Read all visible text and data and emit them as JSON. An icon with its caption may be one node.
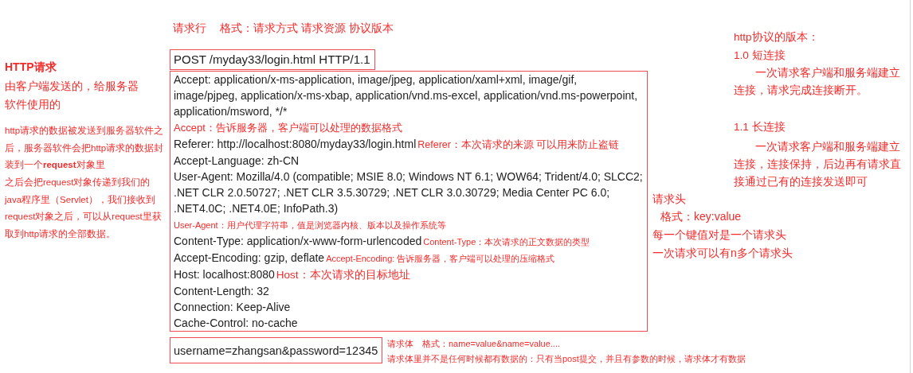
{
  "diagram": {
    "nodes": [
      {
        "text": [
          "POST /myday33/login.html HTTP/1.1"
        ],
        "beside": [
          "请求行",
          "格式：请求方式 请求资源 协议版本"
        ]
      },
      {
        "text": [
          "Accept: application/x-ms-application, image/jpeg, application/xaml+xml, image/gif, image/pjpeg, application/x-ms-xbap, application/vnd.ms-excel, application/vnd.ms-powerpoint, application/msword, */*",
          "Accept：告诉服务器，客户端可以处理的数据格式",
          "Referer: http://localhost:8080/myday33/login.html",
          "Referer：本次请求的来源 可以用来防止盗链",
          "Accept-Language: zh-CN",
          "User-Agent: Mozilla/4.0 (compatible; MSIE 8.0; Windows NT 6.1; WOW64; Trident/4.0; SLCC2; .NET CLR 2.0.50727; .NET CLR 3.5.30729; .NET CLR 3.0.30729; Media Center PC 6.0; .NET4.0C; .NET4.0E; InfoPath.3)",
          "User-Agent：用户代理字符串，值是浏览器内核、版本以及操作系统等",
          "Content-Type: application/x-www-form-urlencoded",
          "Content-Type：本次请求的正文数据的类型",
          "Accept-Encoding: gzip, deflate",
          "Accept-Encoding: 告诉服务器，客户端可以处理的压缩格式",
          "Host: localhost:8080",
          "Host：本次请求的目标地址",
          "Content-Length: 32",
          "Connection: Keep-Alive",
          "Cache-Control: no-cache"
        ],
        "beside": [
          "请求头",
          "格式：key:value",
          "每一个键值对是一个请求头",
          "一次请求可以有n多个请求头"
        ]
      },
      {
        "text": [
          "username=zhangsan&password=12345"
        ],
        "beside": [
          "请求体",
          "格式：name=value&name=value....",
          "请求体里并不是任何时候都有数据的：只有当post提交，并且有参数的时候，请求体才有数据"
        ]
      }
    ],
    "labels": [
      "HTTP请求",
      "由客户端发送的，给服务器软件使用的",
      "http请求的数据被发送到服务器软件之后，服务器软件会把http请求的数据封装到一个**request**对象里",
      "之后会把request对象传递到我们的java程序里（Servlet），我们接收到request对象之后，可以从request里获取到http请求的全部数据。",
      "http协议的版本：",
      "1.0 短连接",
      "一次请求客户端和服务端建立连接，请求完成连接断开。",
      "1.1 长连接",
      "一次请求客户端和服务端建立连接，连接保持，后边再有请求直接通过已有的连接发送即可"
    ]
  }
}
